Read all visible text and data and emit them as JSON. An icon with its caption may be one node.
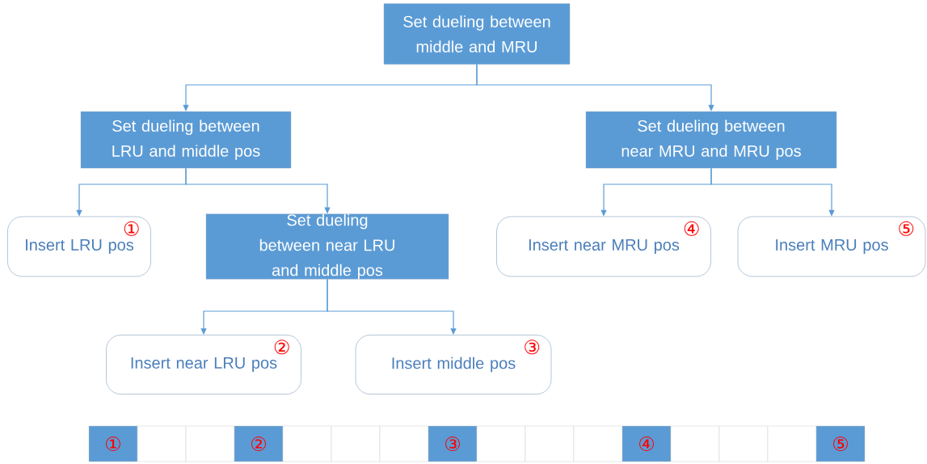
{
  "diagram": {
    "nodes": [
      {
        "text": [
          "Set dueling between middle and MRU"
        ]
      },
      {
        "text": [
          "Set dueling between LRU and middle pos"
        ]
      },
      {
        "text": [
          "Set dueling between near MRU and MRU pos"
        ]
      },
      {
        "text": [
          "①",
          "Insert LRU pos"
        ]
      },
      {
        "text": [
          "Set dueling between near LRU and middle pos"
        ]
      },
      {
        "text": [
          "④",
          "Insert near MRU pos"
        ]
      },
      {
        "text": [
          "⑤",
          "Insert MRU pos"
        ]
      },
      {
        "text": [
          "②",
          "Insert near LRU pos"
        ]
      },
      {
        "text": [
          "③",
          "Insert middle pos"
        ]
      },
      {
        "text": [
          "①"
        ]
      },
      {
        "text": [],
        "shape": "box"
      },
      {
        "text": [],
        "shape": "box"
      },
      {
        "text": [
          "②"
        ]
      },
      {
        "text": [],
        "shape": "box"
      },
      {
        "text": [],
        "shape": "box"
      },
      {
        "text": [],
        "shape": "box"
      },
      {
        "text": [
          "③"
        ]
      },
      {
        "text": [],
        "shape": "box"
      },
      {
        "text": [],
        "shape": "box"
      },
      {
        "text": [],
        "shape": "box"
      },
      {
        "text": [
          "④"
        ]
      },
      {
        "text": [],
        "shape": "box"
      },
      {
        "text": [],
        "shape": "box"
      },
      {
        "text": [],
        "shape": "box"
      },
      {
        "text": [
          "⑤"
        ]
      }
    ],
    "edges": [
      {
        "from": 0,
        "to": 1,
        "arrow": "to"
      },
      {
        "from": 0,
        "to": 2,
        "arrow": "to"
      },
      {
        "from": 1,
        "to": 3,
        "arrow": "to"
      },
      {
        "from": 1,
        "to": 4,
        "arrow": "to"
      },
      {
        "from": 2,
        "to": 5,
        "arrow": "to"
      },
      {
        "from": 2,
        "to": 6,
        "arrow": "to"
      },
      {
        "from": 4,
        "to": 7,
        "arrow": "to"
      },
      {
        "from": 4,
        "to": 8,
        "arrow": "to"
      }
    ]
  }
}
